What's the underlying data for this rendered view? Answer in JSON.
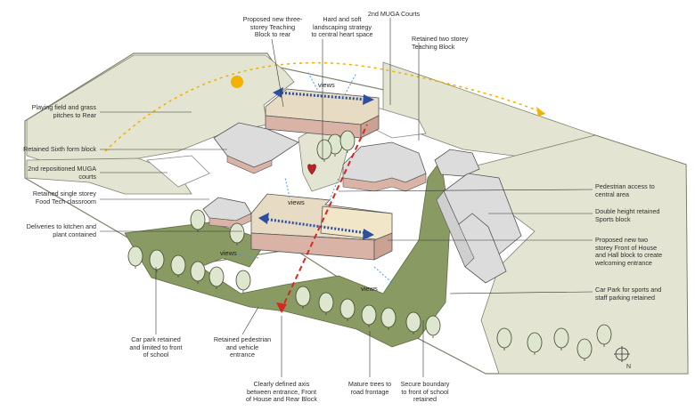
{
  "header_fragment": "",
  "colors": {
    "field": "#e3e5d2",
    "field_stroke": "#7f826c",
    "trees": "#8a9a63",
    "tree_canopy": "#dfe6cf",
    "building_roof": "#dcdcdc",
    "building_wall": "#d9b3a6",
    "new_build_roof": "#e7dcc3",
    "arrow_blue": "#2d4fa0",
    "axis_red": "#d22a22",
    "sun": "#f2b200"
  },
  "view_labels": [
    "views",
    "views",
    "views",
    "views"
  ],
  "labels": {
    "proposed_teaching_block": "Proposed new three-\nstorey Teaching\nBlock to rear",
    "landscaping": "Hard and soft\nlandscaping strategy\nto central heart space",
    "second_muga": "2nd MUGA Courts",
    "retained_two_storey": "Retained two storey\nTeaching Block",
    "playing_field": "Playing field and grass\npitches to Rear",
    "sixth_form": "Retained Sixth form block",
    "repositioned_muga": "2nd repositioned MUGA\ncourts",
    "food_tech": "Retained single storey\nFood Tech classroom",
    "deliveries": "Deliveries to kitchen and\nplant contained",
    "pedestrian_access": "Pedestrian access to\ncentral area",
    "double_height": "Double height retained\nSports block",
    "front_of_house": "Proposed new two\nstorey Front of House\nand Hall block to create\nwelcoming entrance",
    "car_park_sports": "Car Park for sports and\nstaff parking retained",
    "car_park_front": "Car park retained\nand limited to front\nof school",
    "pedestrian_vehicle": "Retained pedestrian\nand vehicle\nentrance",
    "axis": "Clearly defined axis\nbetween entrance, Front\nof House and Rear Block",
    "mature_trees": "Mature trees to\nroad frontage",
    "secure_boundary": "Secure boundary\nto front of school\nretained"
  },
  "compass_letter": "N"
}
